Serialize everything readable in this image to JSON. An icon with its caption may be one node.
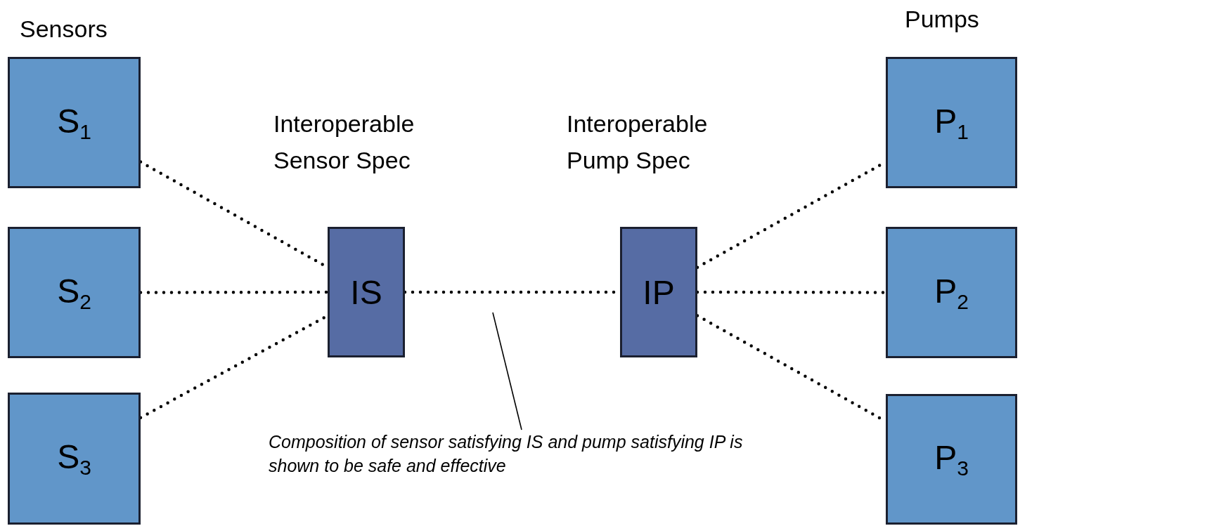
{
  "diagram": {
    "nodes": [
      {
        "text": [
          "S$_{1}$"
        ]
      },
      {
        "text": [
          "S$_{2}$"
        ]
      },
      {
        "text": [
          "S$_{3}$"
        ]
      },
      {
        "text": [
          "IS"
        ],
        "beside": [
          "Interoperable Sensor Spec"
        ]
      },
      {
        "text": [
          "IP"
        ],
        "beside": [
          "Interoperable Pump Spec"
        ]
      },
      {
        "text": [
          "P$_{1}$"
        ]
      },
      {
        "text": [
          "P$_{2}$"
        ]
      },
      {
        "text": [
          "P$_{3}$"
        ]
      },
      {
        "text": [
          "Composition of sensor satisfying IS and pump satisfying IP is shown to be safe and effective"
        ]
      }
    ],
    "edges": [
      {
        "from": 0,
        "to": 3,
        "arrow": "none",
        "style": "dashed"
      },
      {
        "from": 1,
        "to": 3,
        "arrow": "none",
        "style": "dashed"
      },
      {
        "from": 2,
        "to": 3,
        "arrow": "none",
        "style": "dashed"
      },
      {
        "from": 3,
        "to": 4,
        "arrow": "none",
        "style": "dashed"
      },
      {
        "from": 4,
        "to": 5,
        "arrow": "none",
        "style": "dashed"
      },
      {
        "from": 4,
        "to": 6,
        "arrow": "none",
        "style": "dashed"
      },
      {
        "from": 4,
        "to": 7,
        "arrow": "none",
        "style": "dashed"
      },
      {
        "from": 8,
        "to": null,
        "arrow": "none"
      }
    ],
    "labels": [
      "Sensors",
      "Pumps"
    ]
  }
}
